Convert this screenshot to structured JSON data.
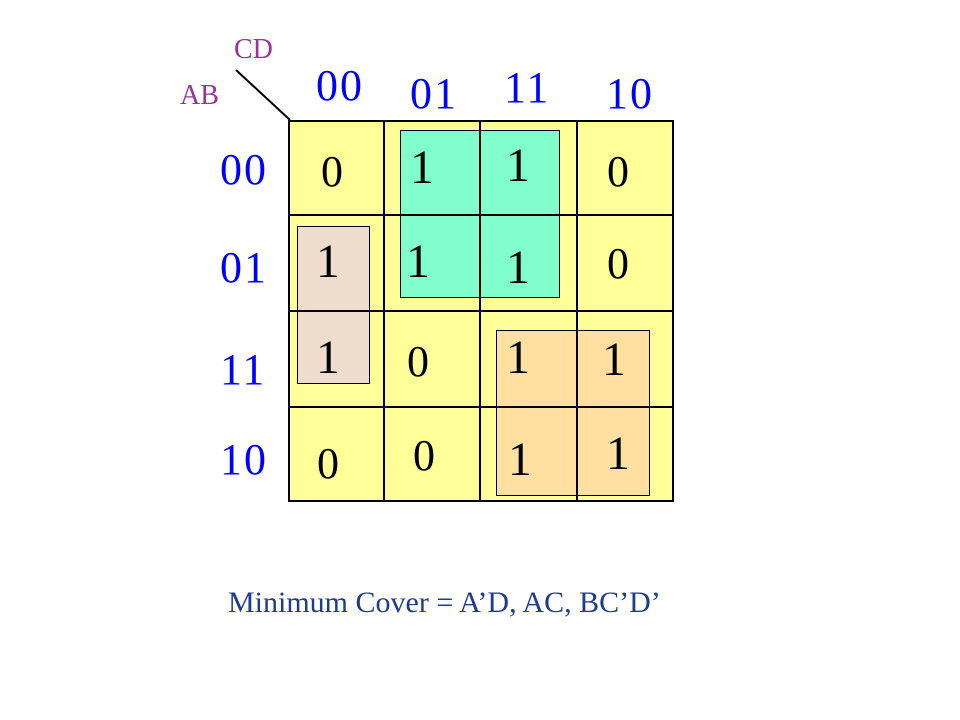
{
  "corner": {
    "column_variables": "CD",
    "row_variables": "AB"
  },
  "column_headers": [
    "00",
    "01",
    "11",
    "10"
  ],
  "row_headers": [
    "00",
    "01",
    "11",
    "10"
  ],
  "cells": [
    [
      "0",
      "1",
      "1",
      "0"
    ],
    [
      "1",
      "1",
      "1",
      "0"
    ],
    [
      "1",
      "0",
      "1",
      "1"
    ],
    [
      "0",
      "0",
      "1",
      "1"
    ]
  ],
  "groups": [
    {
      "color": "#80ffcc"
    },
    {
      "color": "#eedccc"
    },
    {
      "color": "#ffe0a0"
    }
  ],
  "caption": "Minimum Cover = A’D, AC, BC’D’",
  "colors": {
    "header_text": "#0000ff",
    "variable_text": "#993399",
    "map_background": "#ffff99",
    "caption_text": "#1e3c8c"
  }
}
